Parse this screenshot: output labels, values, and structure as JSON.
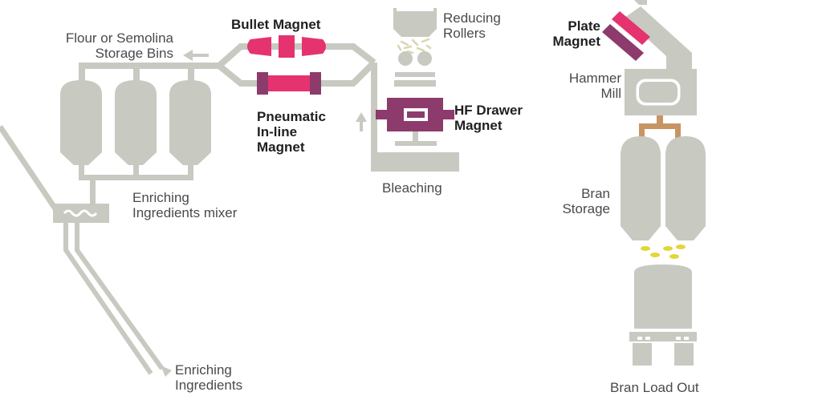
{
  "labels": {
    "flour_bins": [
      "Flour or Semolina",
      "Storage Bins"
    ],
    "bullet_magnet": "Bullet Magnet",
    "pneumatic_magnet": [
      "Pneumatic",
      "In-line",
      "Magnet"
    ],
    "reducing_rollers": [
      "Reducing",
      "Rollers"
    ],
    "hf_drawer_magnet": [
      "HF Drawer",
      "Magnet"
    ],
    "bleaching": "Bleaching",
    "enriching_mixer": [
      "Enriching",
      "Ingredients mixer"
    ],
    "enriching_ingredients": [
      "Enriching",
      "Ingredients"
    ],
    "plate_magnet": [
      "Plate",
      "Magnet"
    ],
    "hammer_mill": [
      "Hammer",
      "Mill"
    ],
    "bran_storage": [
      "Bran",
      "Storage"
    ],
    "bran_load_out": "Bran Load Out"
  },
  "colors": {
    "equipment": "#c8c9c1",
    "text": "#4a4a4a",
    "magnet_pink": "#e5336f",
    "magnet_purple": "#8c3b6c",
    "pipe_orange": "#c79563",
    "pellet_yellow": "#e3d63a"
  }
}
